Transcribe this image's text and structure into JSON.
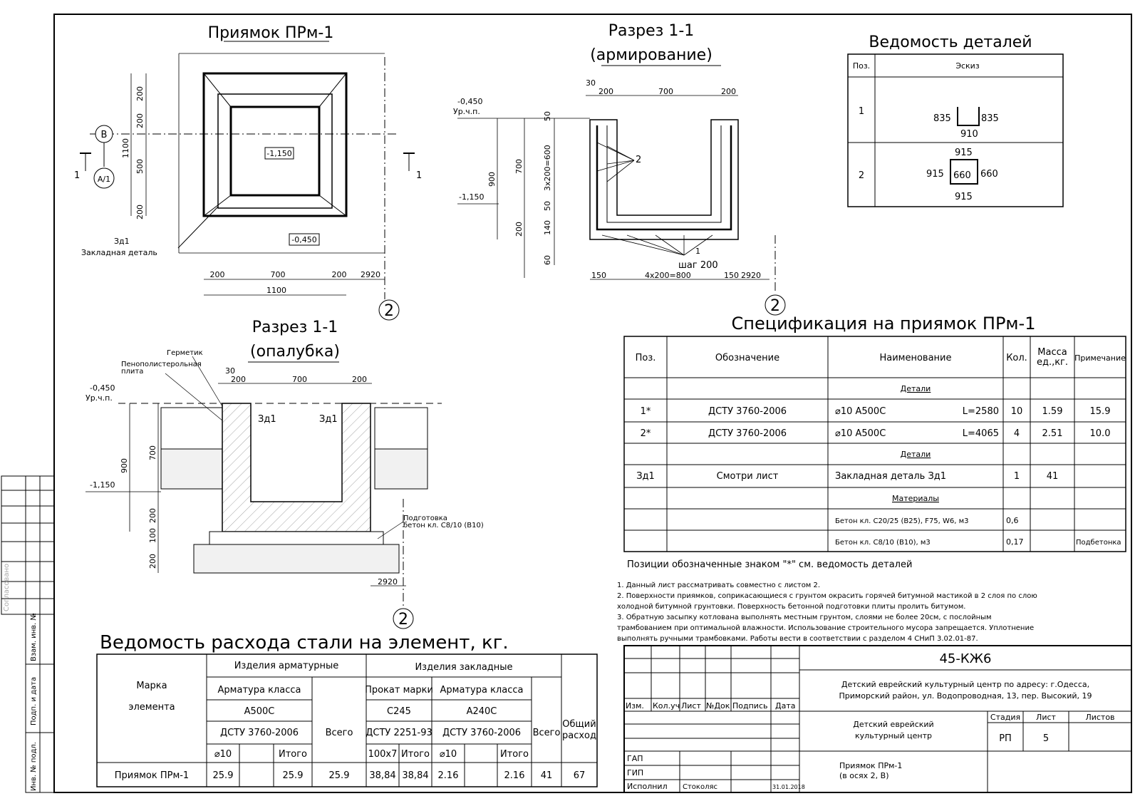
{
  "plan": {
    "title": "Приямок ПРм-1",
    "level_center": "-1,150",
    "level_edge": "-0,450",
    "axis_letter": "В",
    "axis_ref": "А/1",
    "section_mark": "1",
    "embedded_label_1": "Зд1",
    "embedded_label_2": "Закладная деталь",
    "dims_v": [
      "200",
      "200",
      "500",
      "200"
    ],
    "dim_total_v": "1100",
    "dims_h": [
      "200",
      "700",
      "200"
    ],
    "dim_total_h": "1100",
    "axis_dim": "2920",
    "axis_num": "2"
  },
  "rebar_section": {
    "title_1": "Разрез 1-1",
    "title_2": "(армирование)",
    "level_top": "-0,450",
    "level_top_sub": "Ур.ч.п.",
    "level_bottom": "-1,150",
    "dims_top": [
      "30",
      "200",
      "700",
      "200"
    ],
    "dims_left": [
      "50",
      "700",
      "50",
      "140",
      "60"
    ],
    "dim_900": "900",
    "dim_200": "200",
    "dim_spacing": "3х200=600",
    "dims_bottom": [
      "150",
      "4х200=800",
      "150"
    ],
    "axis_dim": "2920",
    "axis_num": "2",
    "pos_1": "1",
    "pos_2": "2",
    "step": "шаг 200"
  },
  "formwork_section": {
    "title_1": "Разрез 1-1",
    "title_2": "(опалубка)",
    "label_sealant": "Герметик",
    "label_foam_1": "Пенополистерольная",
    "label_foam_2": "плита",
    "label_zd_left": "Зд1",
    "label_zd_right": "Зд1",
    "level_top": "-0,450",
    "level_top_sub": "Ур.ч.п.",
    "level_bottom": "-1,150",
    "dims_top": [
      "30",
      "200",
      "700",
      "200"
    ],
    "dims_left": [
      "700",
      "200",
      "100",
      "200"
    ],
    "dim_900": "900",
    "label_prep_1": "Подготовка",
    "label_prep_2": "бетон кл. С8/10 (В10)",
    "axis_dim": "2920",
    "axis_num": "2"
  },
  "parts_sheet": {
    "title": "Ведомость деталей",
    "col_pos": "Поз.",
    "col_sketch": "Эскиз",
    "rows": [
      {
        "pos": "1",
        "a": "835",
        "b": "835",
        "c": "910"
      },
      {
        "pos": "2",
        "top": "915",
        "left": "915",
        "mid": "660",
        "right": "660",
        "bottom": "915"
      }
    ]
  },
  "spec": {
    "title": "Спецификация на приямок ПРм-1",
    "headers": [
      "Поз.",
      "Обозначение",
      "Наименование",
      "Кол.",
      "Масса ед.,кг.",
      "Примечание"
    ],
    "mass_h1": "Масса",
    "mass_h2": "ед.,кг.",
    "section_details": "Детали",
    "section_details_2": "Детали",
    "section_materials": "Материалы",
    "rows": [
      {
        "pos": "1*",
        "code": "ДСТУ 3760-2006",
        "name": "⌀10 А500С",
        "len": "L=2580",
        "qty": "10",
        "mass": "1.59",
        "note": "15.9"
      },
      {
        "pos": "2*",
        "code": "ДСТУ 3760-2006",
        "name": "⌀10 А500С",
        "len": "L=4065",
        "qty": "4",
        "mass": "2.51",
        "note": "10.0"
      },
      {
        "pos": "Зд1",
        "code": "Смотри лист",
        "name": "Закладная деталь Зд1",
        "len": "",
        "qty": "1",
        "mass": "41",
        "note": ""
      },
      {
        "pos": "",
        "code": "",
        "name": "Бетон кл. С20/25 (В25), F75, W6, м3",
        "len": "",
        "qty": "0,6",
        "mass": "",
        "note": ""
      },
      {
        "pos": "",
        "code": "",
        "name": "Бетон кл. С8/10 (В10), м3",
        "len": "",
        "qty": "0,17",
        "mass": "",
        "note": "Подбетонка"
      }
    ],
    "footnote": "Позиции обозначенные знаком \"*\" см. ведомость деталей"
  },
  "notes": [
    "1.  Данный лист рассматривать совместно с листом 2.",
    "2.  Поверхности приямков, соприкасающиеся с грунтом окрасить горячей битумной мастикой в 2 слоя по слою",
    "     холодной битумной грунтовки.  Поверхность бетонной подготовки плиты пролить битумом.",
    "3.  Обратную засыпку котлована выполнять местным грунтом, слоями не более 20см, с послойным",
    "     трамбованием при оптимальной влажности. Использование строительного мусора запрещается. Уплотнение",
    "     выполнять ручными трамбовками. Работы вести в соответствии с разделом 4 СНиП 3.02.01-87."
  ],
  "steel": {
    "title": "Ведомость расхода стали на элемент, кг.",
    "h_mark_1": "Марка",
    "h_mark_2": "элемента",
    "h_rebar_products": "Изделия арматурные",
    "h_embedded_products": "Изделия закладные",
    "h_rebar_class": "Арматура класса",
    "h_a500": "А500С",
    "h_dstu_rebar": "ДСТУ 3760-2006",
    "h_total": "Всего",
    "h_rolled": "Прокат марки",
    "h_rebar_class_2": "Арматура класса",
    "h_c245": "С245",
    "h_a240": "А240С",
    "h_dstu_2251": "ДСТУ 2251-93",
    "h_dstu_rebar_2": "ДСТУ 3760-2006",
    "h_total_2": "Всего",
    "h_overall_1": "Общий",
    "h_overall_2": "расход",
    "h_d10": "⌀10",
    "h_itogo": "Итого",
    "h_100x7": "100х7",
    "h_itogo_2": "Итого",
    "h_d10_2": "⌀10",
    "h_itogo_3": "Итого",
    "row": {
      "mark": "Приямок ПРм-1",
      "d10": "25.9",
      "itogo": "25.9",
      "total": "25.9",
      "p100x7": "38,84",
      "itogo2": "38,84",
      "d10b": "2.16",
      "itogo3": "2.16",
      "total2": "41",
      "overall": "67"
    }
  },
  "title_block": {
    "code": "45-КЖ6",
    "project_1": "Детский еврейский культурный центр по адресу: г.Одесса,",
    "project_2": "Приморский район, ул. Водопроводная, 13, пер. Высокий, 19",
    "building_1": "Детский еврейский",
    "building_2": "культурный центр",
    "sheet_1": "Приямок ПРм-1",
    "sheet_2": "(в осях 2, В)",
    "col_izm": "Изм.",
    "col_kol": "Кол.уч",
    "col_list": "Лист",
    "col_ndok": "№Док",
    "col_sign": "Подпись",
    "col_date": "Дата",
    "stage_h": "Стадия",
    "list_h": "Лист",
    "lists_h": "Листов",
    "stage": "РП",
    "list": "5",
    "gap": "ГАП",
    "gip": "ГИП",
    "executor": "Исполнил",
    "executor_name": "Стоколяс",
    "date": "31.01.2018"
  },
  "side_stamp": [
    "Инв. № подл.",
    "Подп. и дата",
    "Взам. инв. №",
    "Согласовано"
  ]
}
